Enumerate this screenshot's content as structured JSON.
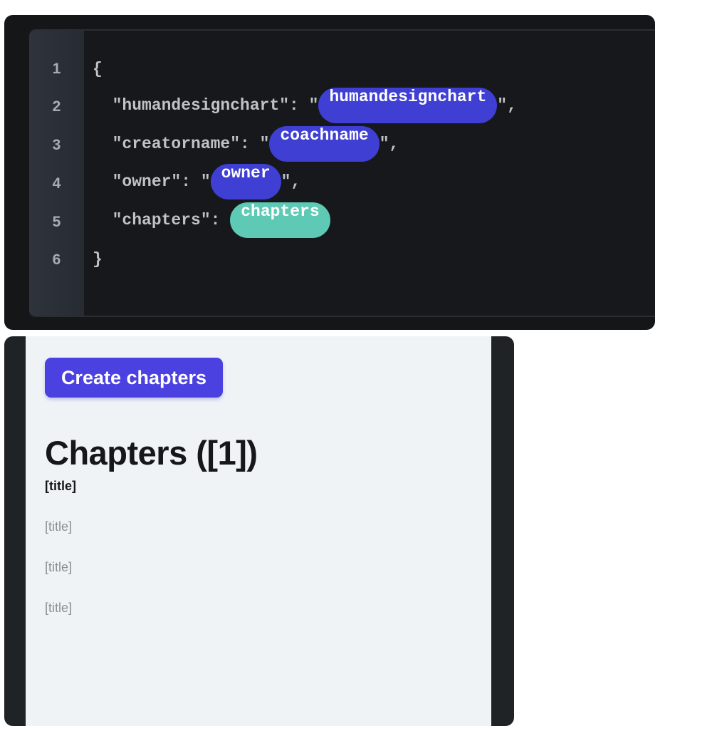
{
  "editor": {
    "line_numbers": [
      "1",
      "2",
      "3",
      "4",
      "5",
      "6"
    ],
    "lines": [
      {
        "pre": "{"
      },
      {
        "pre": "  \"humandesignchart\": \"",
        "pill": "humandesignchart",
        "post": "\","
      },
      {
        "pre": "  \"creatorname\": \"",
        "pill": "coachname",
        "post": "\","
      },
      {
        "pre": "  \"owner\": \"",
        "pill": "owner",
        "post": "\","
      },
      {
        "pre": "  \"chapters\": ",
        "pill": "chapters",
        "post": ""
      },
      {
        "pre": "}"
      }
    ],
    "colors": {
      "pill_blue": "#3f3fd4",
      "pill_teal": "#5ecab5"
    }
  },
  "preview": {
    "create_button": "Create chapters",
    "heading": "Chapters ([1])",
    "items": [
      "[title]",
      "[title]",
      "[title]",
      "[title]"
    ]
  }
}
